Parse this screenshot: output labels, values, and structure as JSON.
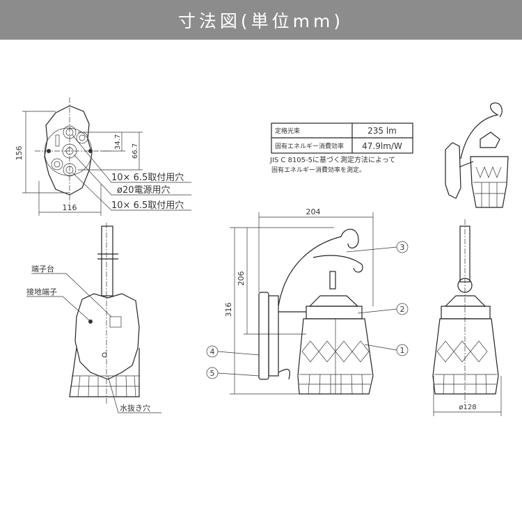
{
  "header": {
    "title": "寸法図(単位mm)"
  },
  "spec_table": {
    "rows": [
      {
        "label": "定格光束",
        "value": "235 lm"
      },
      {
        "label": "固有エネルギー消費効率",
        "value": "47.9lm/W"
      }
    ],
    "note_line1": "JIS C 8105-5に基づく測定方法によって",
    "note_line2": "固有エネルギー消費効率を測定。"
  },
  "top_view": {
    "dim_height": "156",
    "dim_width": "116",
    "dim_a": "34.7",
    "dim_b": "66.7",
    "label_hole1": "10× 6.5取付用穴",
    "label_power": "ø20電源用穴",
    "label_hole2": "10× 6.5取付用穴"
  },
  "back_view": {
    "label_terminal": "端子台",
    "label_ground": "接地端子",
    "label_drain": "水抜き穴"
  },
  "side_view": {
    "dim_depth": "204",
    "dim_206": "206",
    "dim_316": "316",
    "callouts": [
      "1",
      "2",
      "3",
      "4",
      "5"
    ]
  },
  "front_view": {
    "dim_diameter": "ø128"
  }
}
